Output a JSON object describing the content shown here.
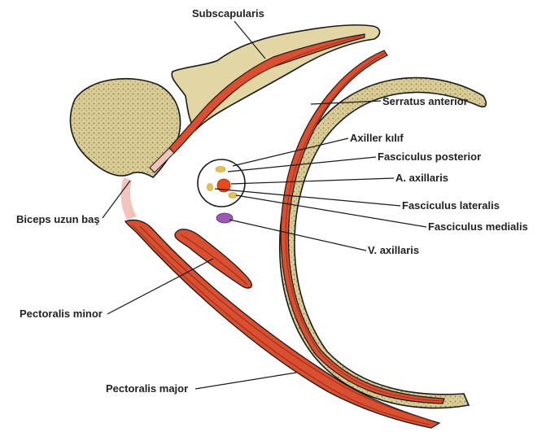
{
  "labels": {
    "subscapularis": "Subscapularis",
    "serratus_anterior": "Serratus anterior",
    "axiller_kilif": "Axiller kılıf",
    "fasciculus_posterior": "Fasciculus posterior",
    "a_axillaris": "A. axillaris",
    "fasciculus_lateralis": "Fasciculus lateralis",
    "fasciculus_medialis": "Fasciculus medialis",
    "v_axillaris": "V. axillaris",
    "biceps_uzun_bas": "Biceps uzun baş",
    "pectoralis_minor": "Pectoralis minor",
    "pectoralis_major": "Pectoralis major"
  },
  "colors": {
    "bone_fill": "#e0d4a0",
    "bone_stroke": "#1a1a1a",
    "muscle_fill": "#d94f30",
    "muscle_stripe": "#8a2a18",
    "tendon": "#f2c4bc",
    "artery": "#e84a1c",
    "vein": "#9b59b6",
    "nerve": "#e8c24a"
  }
}
